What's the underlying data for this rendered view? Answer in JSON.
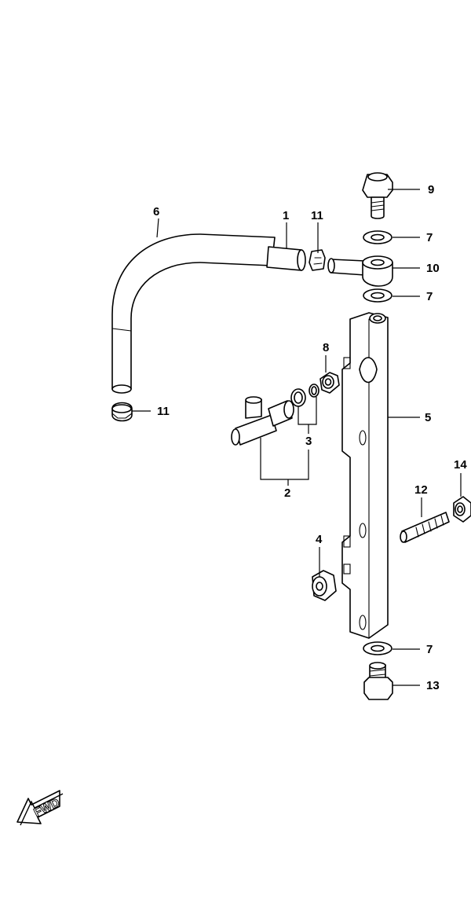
{
  "callouts": {
    "c1": "1",
    "c2": "2",
    "c3": "3",
    "c4": "4",
    "c5": "5",
    "c6": "6",
    "c7a": "7",
    "c7b": "7",
    "c7c": "7",
    "c8": "8",
    "c9": "9",
    "c10": "10",
    "c11a": "11",
    "c11b": "11",
    "c12": "12",
    "c13": "13",
    "c14": "14"
  },
  "direction_indicator": {
    "label": "FWD"
  }
}
